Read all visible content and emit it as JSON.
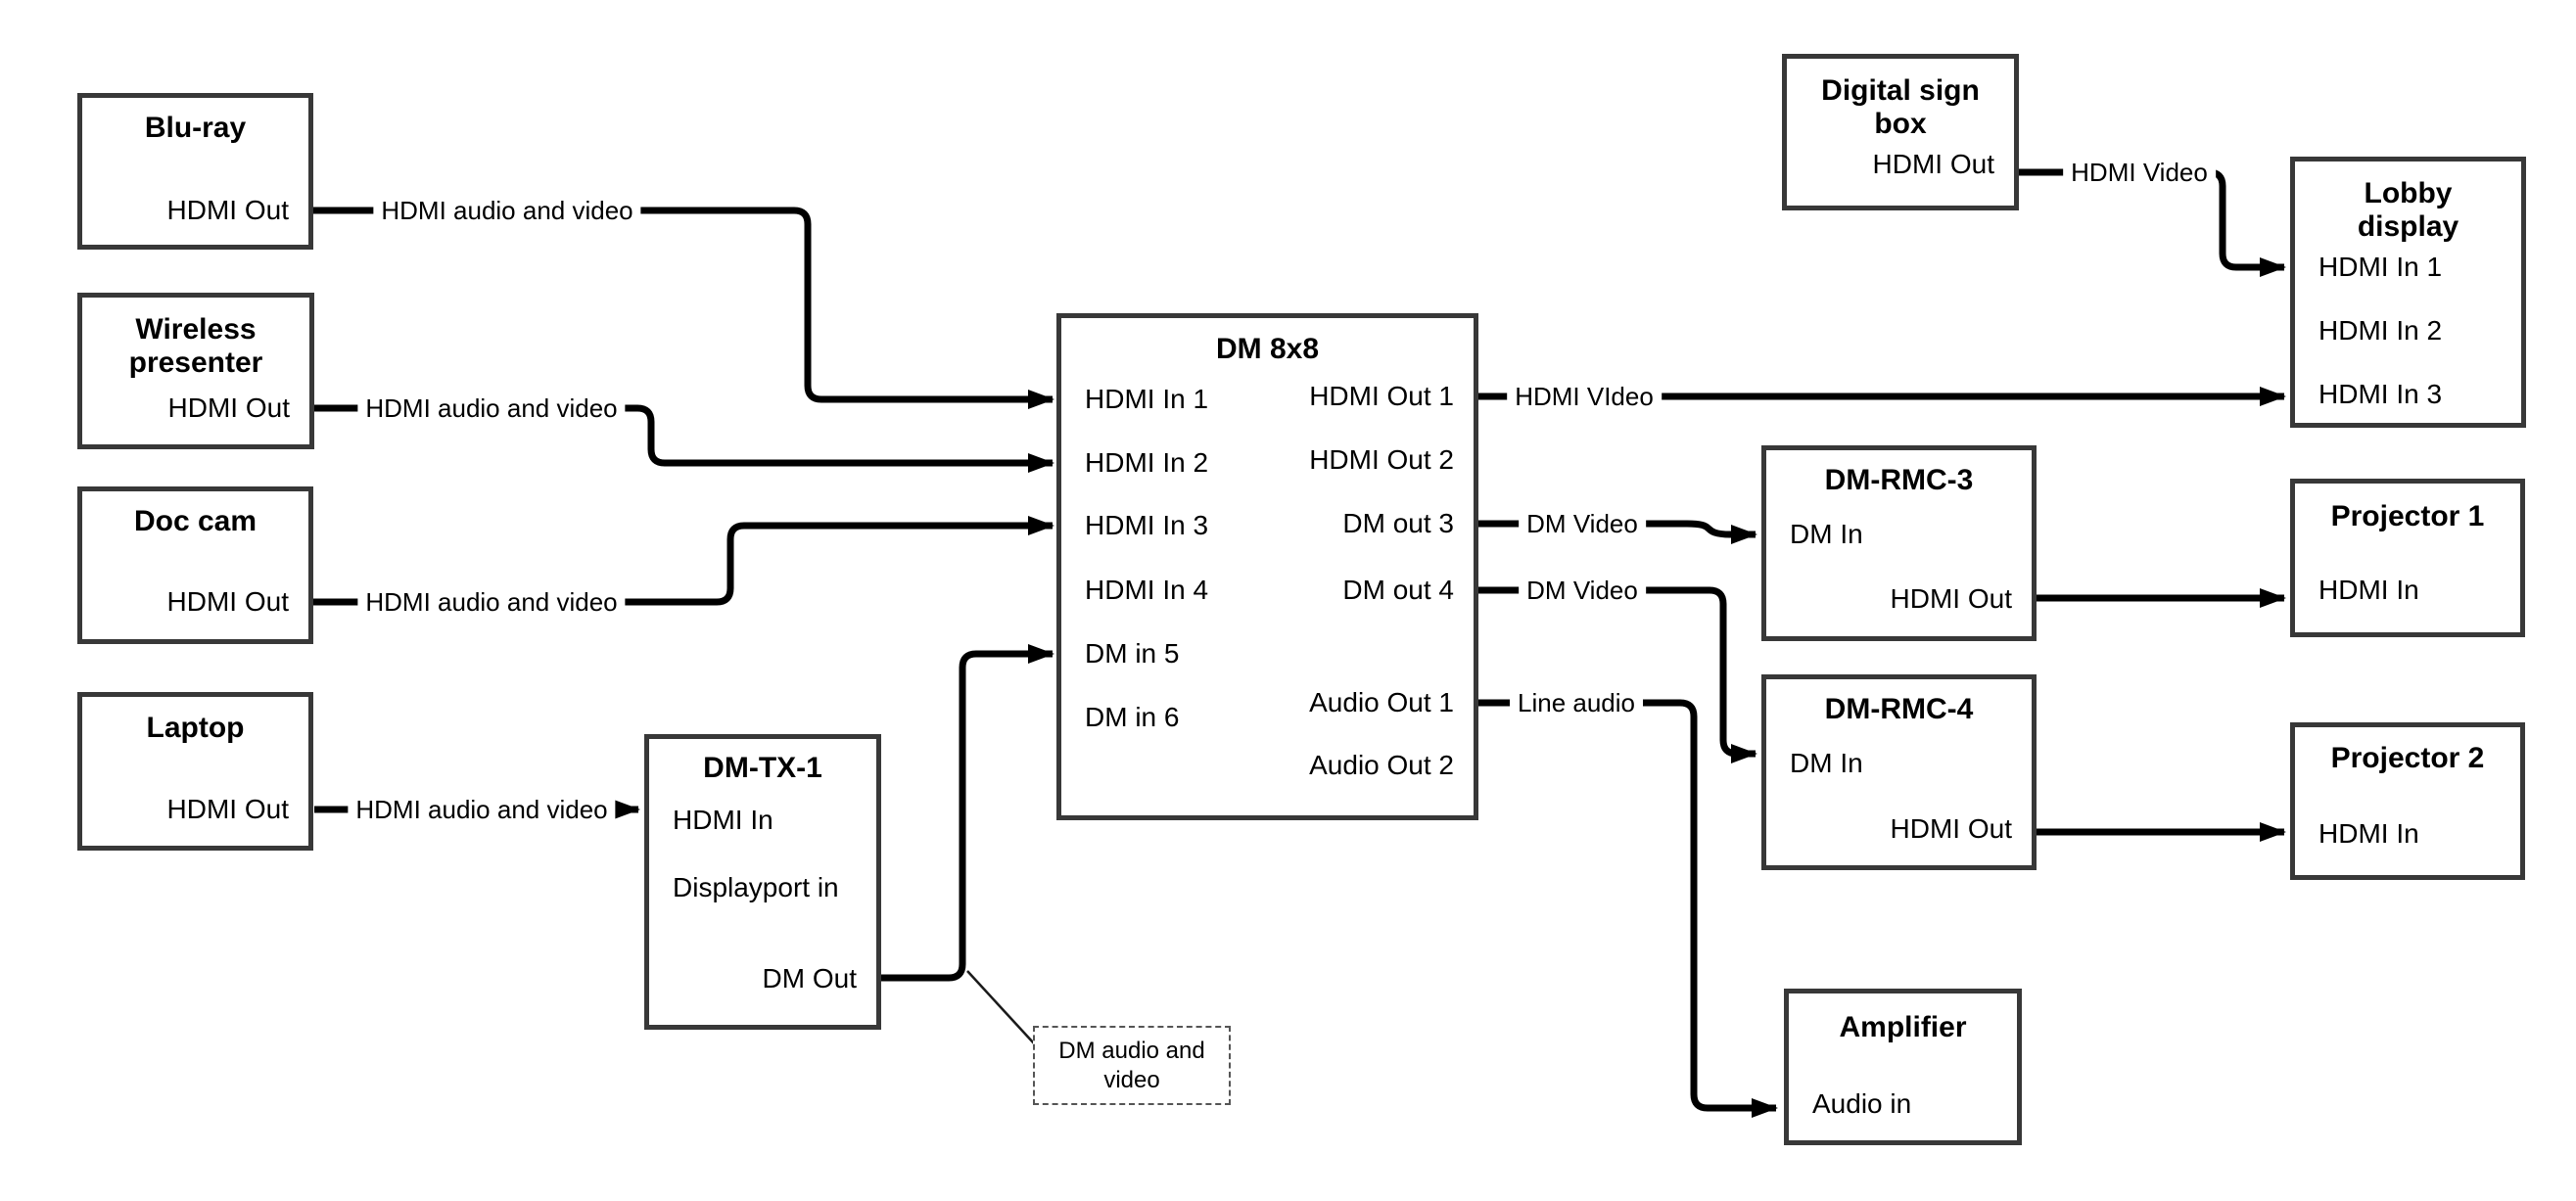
{
  "diagram": {
    "colors": {
      "wire": "#000000",
      "box_border": "#383838",
      "background": "#ffffff"
    },
    "boxes": {
      "bluray": {
        "title": "Blu-ray",
        "hdmi_out": "HDMI Out"
      },
      "wireless": {
        "title": "Wireless\npresenter",
        "hdmi_out": "HDMI Out"
      },
      "doccam": {
        "title": "Doc cam",
        "hdmi_out": "HDMI Out"
      },
      "laptop": {
        "title": "Laptop",
        "hdmi_out": "HDMI Out"
      },
      "dmtx1": {
        "title": "DM-TX-1",
        "hdmi_in": "HDMI In",
        "displayport_in": "Displayport in",
        "dm_out": "DM Out"
      },
      "dm8x8": {
        "title": "DM 8x8",
        "inputs": [
          "HDMI In 1",
          "HDMI In 2",
          "HDMI In 3",
          "HDMI In 4",
          "DM in 5",
          "DM in 6"
        ],
        "outputs": [
          "HDMI Out 1",
          "HDMI Out 2",
          "DM out 3",
          "DM out 4",
          "Audio Out 1",
          "Audio Out 2"
        ]
      },
      "digitalsign": {
        "title": "Digital sign\nbox",
        "hdmi_out": "HDMI Out"
      },
      "lobby": {
        "title": "Lobby\ndisplay",
        "inputs": [
          "HDMI In 1",
          "HDMI In 2",
          "HDMI In 3"
        ]
      },
      "dmrmc3": {
        "title": "DM-RMC-3",
        "dm_in": "DM In",
        "hdmi_out": "HDMI Out"
      },
      "proj1": {
        "title": "Projector 1",
        "hdmi_in": "HDMI In"
      },
      "dmrmc4": {
        "title": "DM-RMC-4",
        "dm_in": "DM In",
        "hdmi_out": "HDMI Out"
      },
      "proj2": {
        "title": "Projector 2",
        "hdmi_in": "HDMI In"
      },
      "amplifier": {
        "title": "Amplifier",
        "audio_in": "Audio in"
      }
    },
    "wire_labels": {
      "bluray_feed": "HDMI audio and video",
      "wireless_feed": "HDMI audio and video",
      "doccam_feed": "HDMI audio and video",
      "laptop_feed": "HDMI audio and video",
      "hdmi_out1_feed": "HDMI VIdeo",
      "digitalsign_feed": "HDMI Video",
      "dm_out3_feed": "DM Video",
      "dm_out4_feed": "DM Video",
      "audio_out1_feed": "Line audio"
    },
    "note": "DM audio and\nvideo"
  }
}
